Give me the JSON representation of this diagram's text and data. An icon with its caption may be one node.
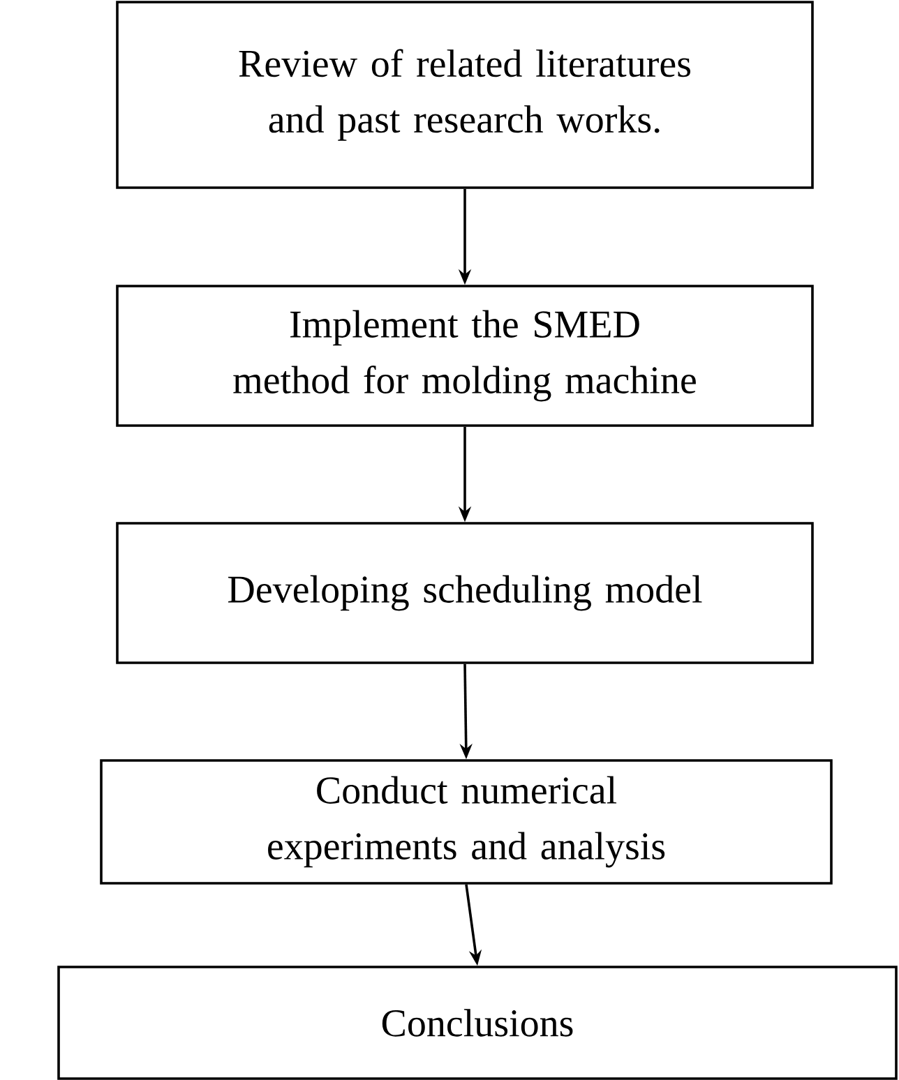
{
  "diagram": {
    "nodes": [
      {
        "text": [
          "Review of related literatures and past research works."
        ]
      },
      {
        "text": [
          "Implement the SMED method for molding machine"
        ]
      },
      {
        "text": [
          "Developing scheduling model"
        ]
      },
      {
        "text": [
          "Conduct numerical experiments and analysis"
        ]
      },
      {
        "text": [
          "Conclusions"
        ]
      }
    ],
    "edges": [
      {
        "from": 0,
        "to": 1,
        "arrow": "to"
      },
      {
        "from": 1,
        "to": 2,
        "arrow": "to"
      },
      {
        "from": 2,
        "to": 3,
        "arrow": "to"
      },
      {
        "from": 3,
        "to": 4,
        "arrow": "to"
      }
    ]
  }
}
